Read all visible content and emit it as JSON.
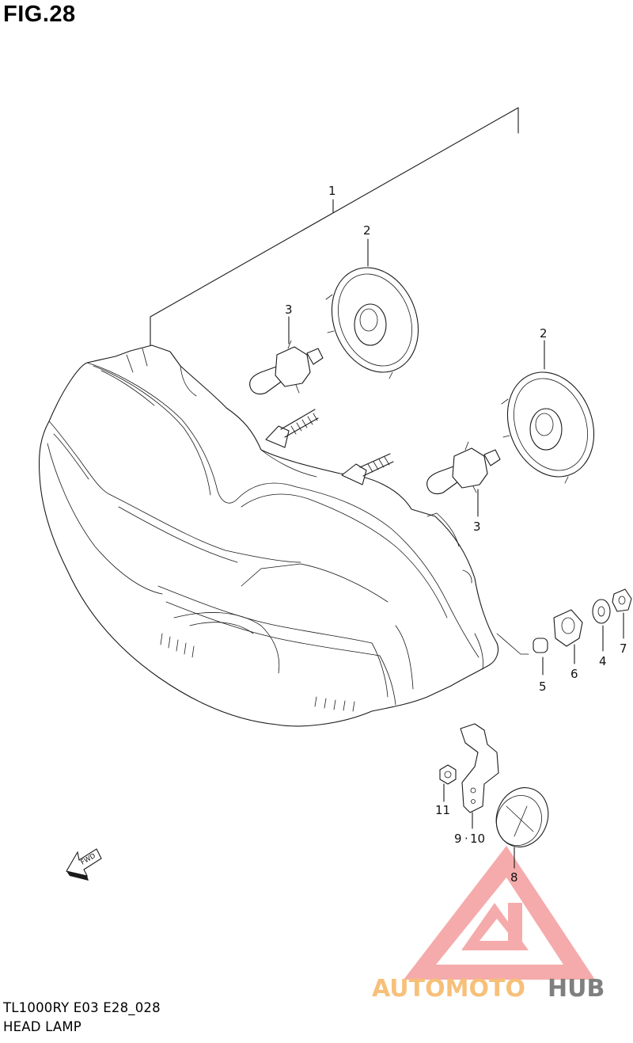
{
  "header": {
    "figure": "FIG.28"
  },
  "footer": {
    "model_code": "TL1000RY E03 E28_028",
    "section": "HEAD LAMP"
  },
  "diagram": {
    "callouts": [
      "1",
      "2",
      "2",
      "3",
      "3",
      "5",
      "6",
      "4",
      "7",
      "11",
      "9",
      "10",
      "8"
    ],
    "separator": "·",
    "direction_label": "FWD"
  },
  "watermark": {
    "part1": "AUTOMOTO",
    "part2": "HUB",
    "colors": {
      "triangle": "#f4a2a2",
      "part1": "#f7c07a",
      "part2": "#7f7f7f"
    }
  }
}
